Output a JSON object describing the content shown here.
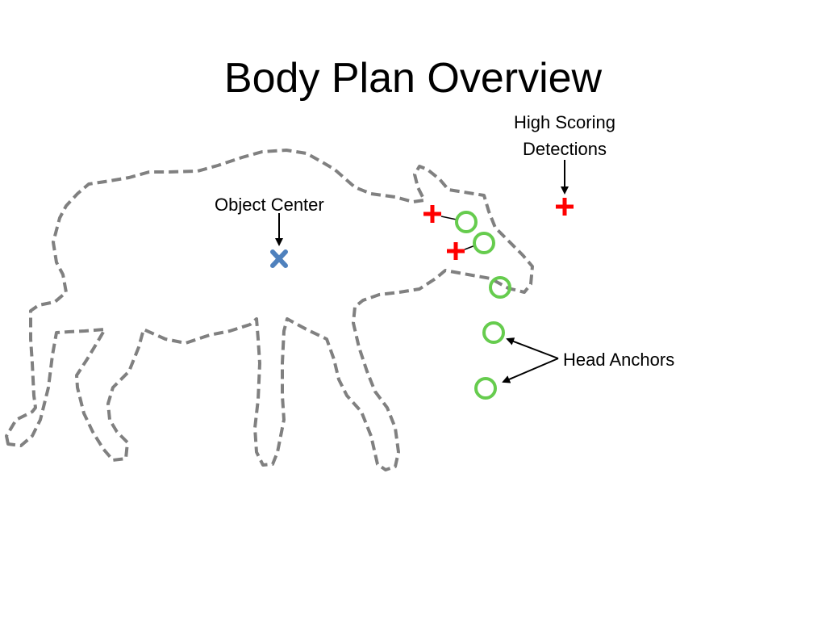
{
  "slide": {
    "title": "Body Plan Overview"
  },
  "labels": {
    "object_center": "Object Center",
    "high_scoring_line1": "High Scoring",
    "high_scoring_line2": "Detections",
    "head_anchors": "Head Anchors"
  },
  "colors": {
    "outline": "#808080",
    "object_center_marker": "#4F81BD",
    "detection_marker": "#FF0000",
    "anchor_marker": "#66CC4E",
    "arrow": "#000000",
    "text": "#000000"
  },
  "icons": {
    "object_center": "x-mark-icon",
    "detection": "plus-icon",
    "anchor": "circle-icon"
  }
}
